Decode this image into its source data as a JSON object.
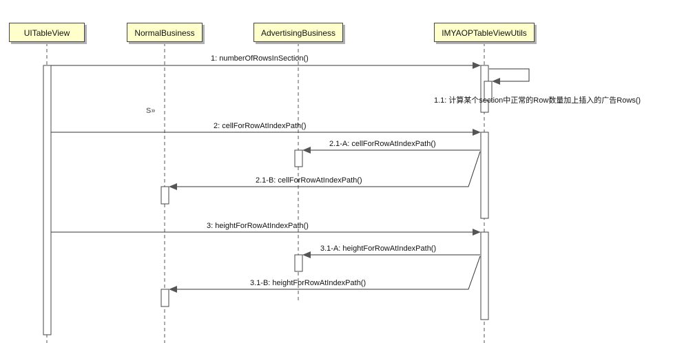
{
  "participants": [
    {
      "name": "UITableView"
    },
    {
      "name": "NormalBusiness"
    },
    {
      "name": "AdvertisingBusiness"
    },
    {
      "name": "IMYAOPTableViewUtils"
    }
  ],
  "messages": [
    {
      "label": "1: numberOfRowsInSection()"
    },
    {
      "label": "1.1: 计算某个section中正常的Row数量加上插入的广告Rows()"
    },
    {
      "label": "2: cellForRowAtIndexPath()"
    },
    {
      "label": "2.1-A: cellForRowAtIndexPath()"
    },
    {
      "label": "2.1-B: cellForRowAtIndexPath()"
    },
    {
      "label": "3: heightForRowAtIndexPath()"
    },
    {
      "label": "3.1-A: heightForRowAtIndexPath()"
    },
    {
      "label": "3.1-B: heightForRowAtIndexPath()"
    }
  ],
  "toolbar": {
    "icon": "stereotype-icon",
    "glyph": "S»"
  },
  "colors": {
    "participant_fill": "#ffffcc",
    "line": "#333333"
  }
}
